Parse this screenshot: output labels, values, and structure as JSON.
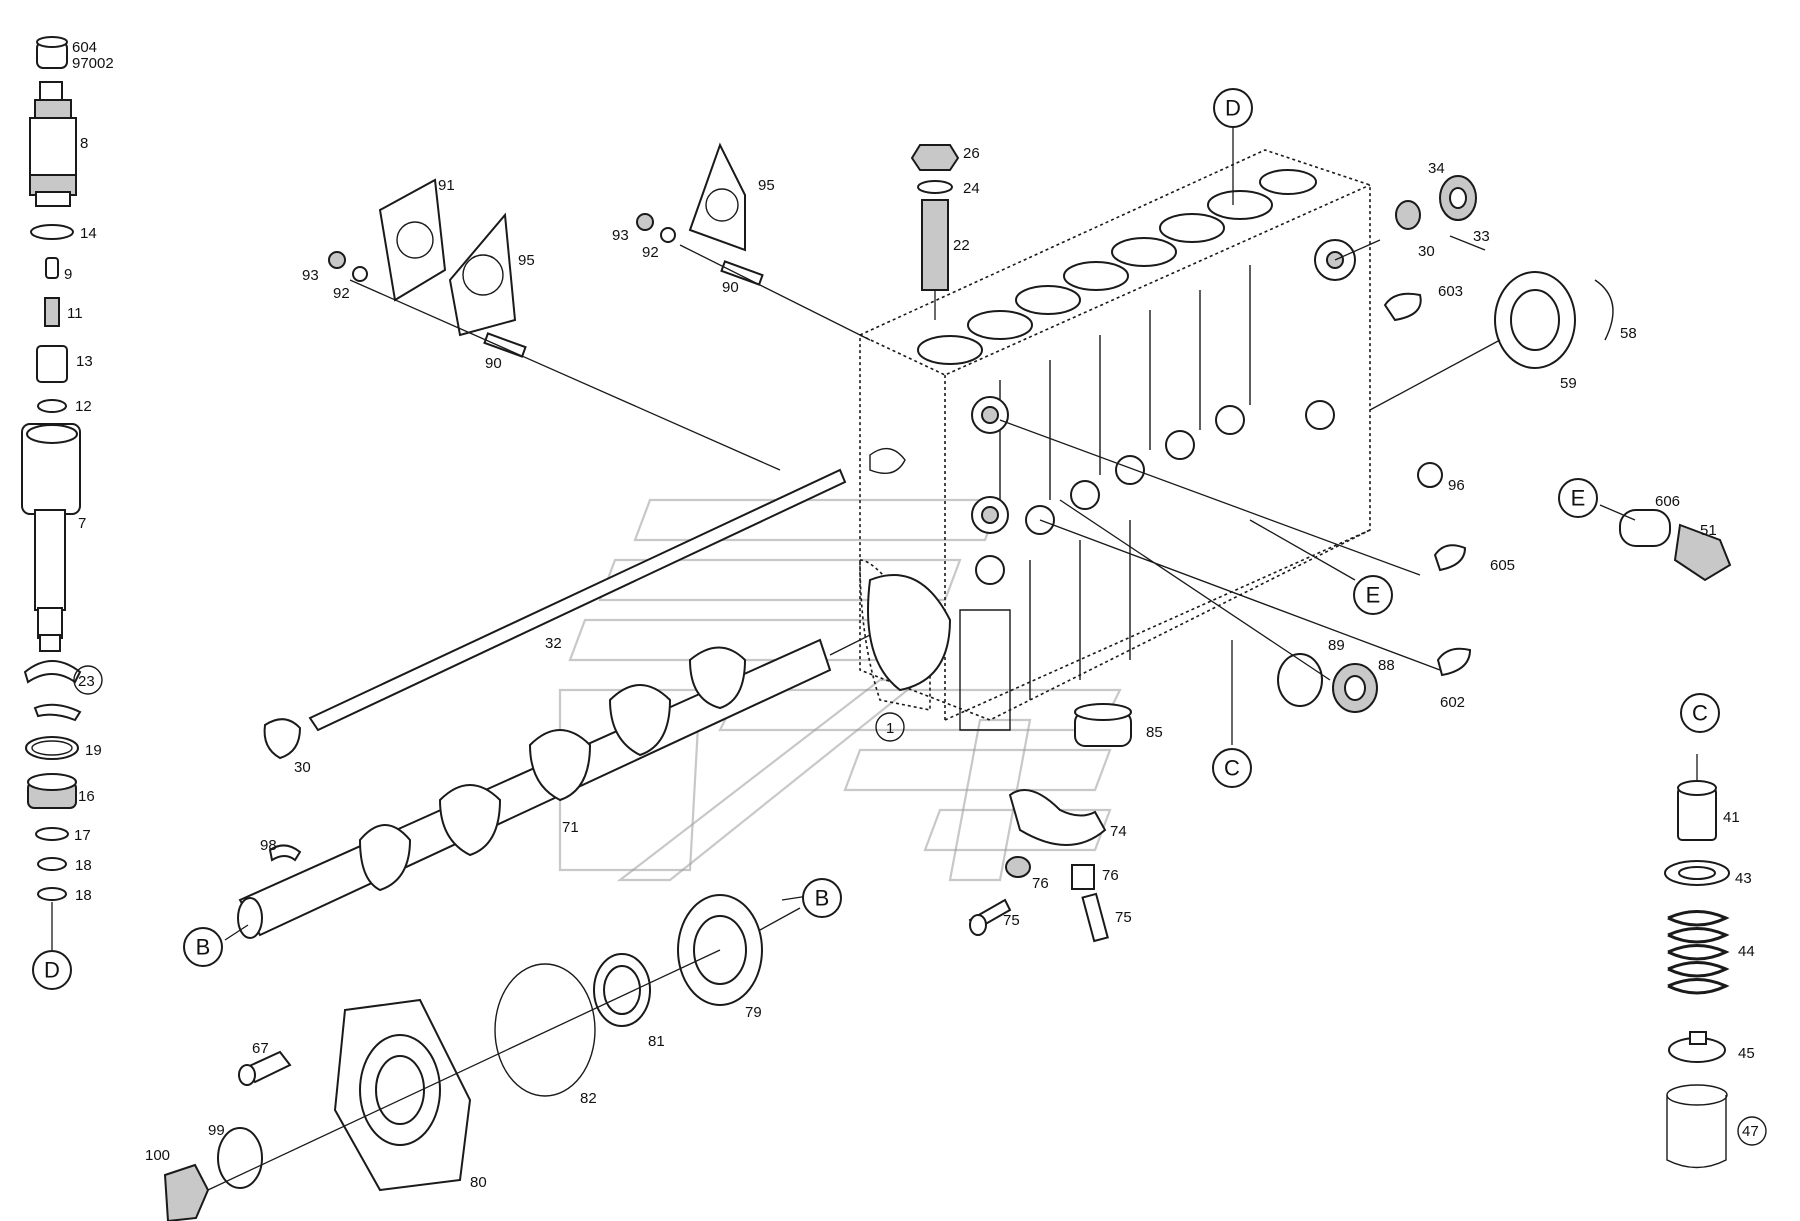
{
  "labels": {
    "604": "604",
    "97002": "97002",
    "8": "8",
    "14": "14",
    "9": "9",
    "11": "11",
    "13": "13",
    "12": "12",
    "7": "7",
    "23": "23",
    "19": "19",
    "16": "16",
    "17": "17",
    "18a": "18",
    "18b": "18",
    "91": "91",
    "95a": "95",
    "93a": "93",
    "92a": "92",
    "90a": "90",
    "95b": "95",
    "93b": "93",
    "92b": "92",
    "90b": "90",
    "26": "26",
    "24": "24",
    "22": "22",
    "34": "34",
    "30a": "30",
    "33": "33",
    "603": "603",
    "58": "58",
    "59": "59",
    "96": "96",
    "605": "605",
    "602": "602",
    "606": "606",
    "51": "51",
    "89": "89",
    "88": "88",
    "85": "85",
    "74": "74",
    "76a": "76",
    "76b": "76",
    "75a": "75",
    "75b": "75",
    "32": "32",
    "30b": "30",
    "1": "1",
    "71": "71",
    "98": "98",
    "79": "79",
    "81": "81",
    "82": "82",
    "80": "80",
    "67": "67",
    "99": "99",
    "100": "100",
    "41": "41",
    "43": "43",
    "44": "44",
    "45": "45",
    "47": "47"
  },
  "refs": {
    "d_top": "D",
    "d_left": "D",
    "e_right": "E",
    "e_mid": "E",
    "c_mid": "C",
    "c_right": "C",
    "b_left": "B",
    "b_bottom": "B"
  }
}
